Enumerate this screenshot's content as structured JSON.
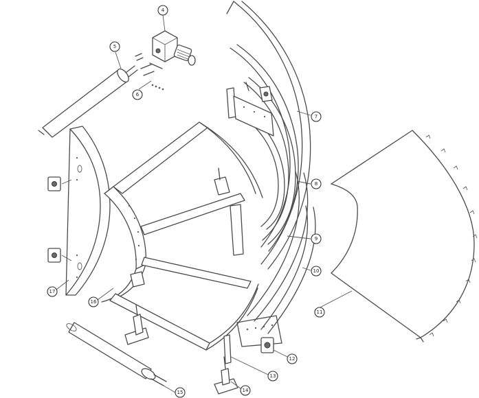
{
  "callouts": [
    {
      "id": "4",
      "label": "4"
    },
    {
      "id": "5",
      "label": "5"
    },
    {
      "id": "6",
      "label": "6"
    },
    {
      "id": "7",
      "label": "7"
    },
    {
      "id": "8",
      "label": "8"
    },
    {
      "id": "9",
      "label": "9"
    },
    {
      "id": "10",
      "label": "10"
    },
    {
      "id": "11",
      "label": "11"
    },
    {
      "id": "12",
      "label": "12"
    },
    {
      "id": "13",
      "label": "13"
    },
    {
      "id": "14",
      "label": "14"
    },
    {
      "id": "15",
      "label": "15"
    },
    {
      "id": "16",
      "label": "16"
    },
    {
      "id": "17",
      "label": "17"
    }
  ]
}
